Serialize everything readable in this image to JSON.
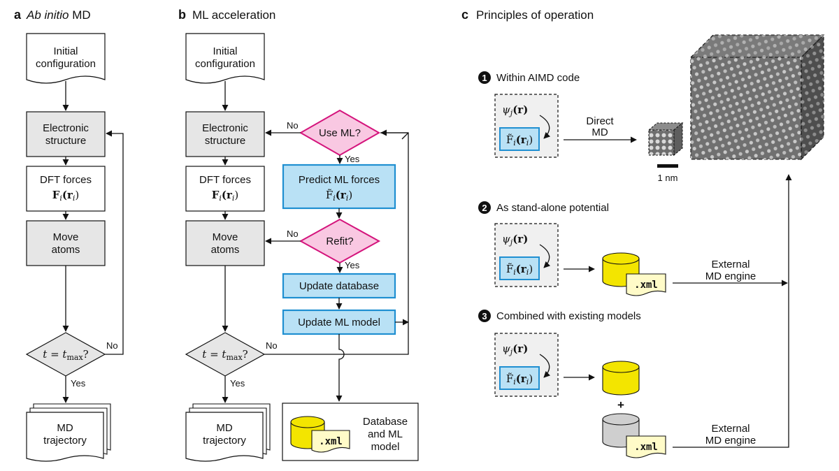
{
  "panel_a": {
    "letter": "a",
    "title_italic": "Ab initio",
    "title_rest": " MD",
    "initial": [
      "Initial",
      "configuration"
    ],
    "electronic": [
      "Electronic",
      "structure"
    ],
    "dft": "DFT forces",
    "force_sym": "F",
    "force_sub": "i",
    "force_arg": "(r",
    "force_arg_sub": "i",
    "force_close": ")",
    "move": [
      "Move",
      "atoms"
    ],
    "decision_t": "t",
    "decision_eq": " = ",
    "decision_tmax": "t",
    "decision_max": "max",
    "decision_q": "?",
    "no": "No",
    "yes": "Yes",
    "trajectory": [
      "MD",
      "trajectory"
    ]
  },
  "panel_b": {
    "letter": "b",
    "title": "ML acceleration",
    "initial": [
      "Initial",
      "configuration"
    ],
    "electronic": [
      "Electronic",
      "structure"
    ],
    "dft": "DFT forces",
    "move": [
      "Move",
      "atoms"
    ],
    "use_ml": "Use ML?",
    "predict": "Predict ML forces",
    "refit": "Refit?",
    "update_db": "Update database",
    "update_model": "Update ML model",
    "no": "No",
    "yes": "Yes",
    "trajectory": [
      "MD",
      "trajectory"
    ],
    "database": [
      "Database",
      "and ML",
      "model"
    ],
    "xml": ".xml"
  },
  "panel_c": {
    "letter": "c",
    "title": "Principles of operation",
    "step1": {
      "num": "1",
      "label": "Within AIMD code"
    },
    "step2": {
      "num": "2",
      "label": "As stand-alone potential"
    },
    "step3": {
      "num": "3",
      "label": "Combined with existing models"
    },
    "psi": "ψ",
    "psi_sub": "j",
    "psi_arg": "(r)",
    "direct": [
      "Direct",
      "MD"
    ],
    "external": [
      "External",
      "MD engine"
    ],
    "scale": "1 nm",
    "plus": "+",
    "xml": ".xml"
  },
  "colors": {
    "gray_box": "#e6e6e6",
    "blue_box": "#b9e1f5",
    "blue_border": "#1f8fd1",
    "pink_fill": "#f9c8e2",
    "pink_border": "#d4147c",
    "yellow": "#f3e500",
    "paper": "#fffbc8"
  }
}
